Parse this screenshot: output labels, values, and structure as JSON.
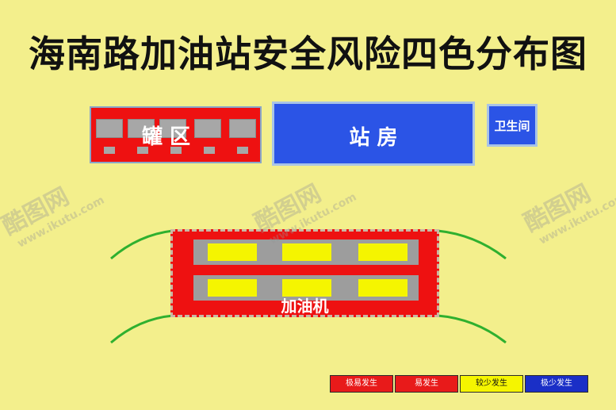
{
  "title": "海南路加油站安全风险四色分布图",
  "zones": {
    "tank": "罐  区",
    "station": "站  房",
    "restroom": "卫生间",
    "dispenser": "加油机"
  },
  "legend": [
    {
      "label": "极易发生",
      "color": "#e81a1a"
    },
    {
      "label": "易发生",
      "color": "#e81a1a"
    },
    {
      "label": "较少发生",
      "color": "#f5f500"
    },
    {
      "label": "极少发生",
      "color": "#1a2fc7"
    }
  ],
  "watermark": {
    "brand": "酷图网",
    "url": "www.ikutu.com"
  }
}
